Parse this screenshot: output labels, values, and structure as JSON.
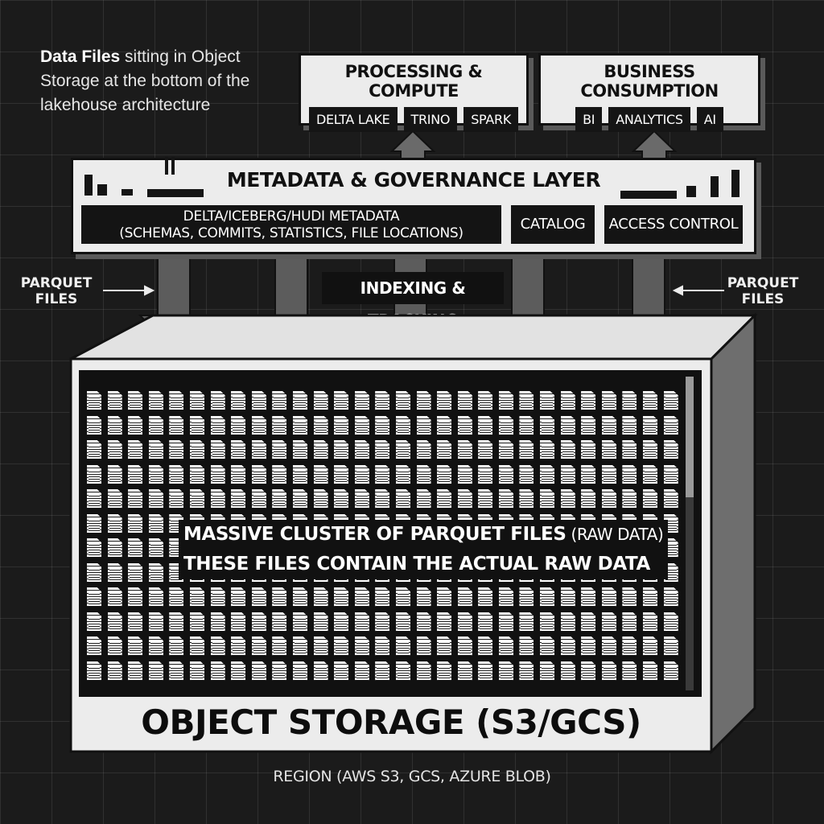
{
  "caption": {
    "highlight": "Data Files",
    "rest": " sitting in Object Storage at the bottom of the lakehouse architecture"
  },
  "processing": {
    "title": "PROCESSING & COMPUTE",
    "chips": [
      "DELTA LAKE",
      "TRINO",
      "SPARK"
    ]
  },
  "business": {
    "title": "BUSINESS CONSUMPTION",
    "chips": [
      "BI",
      "ANALYTICS",
      "AI"
    ]
  },
  "metadata_layer": {
    "title": "METADATA & GOVERNANCE LAYER",
    "metadata_line1": "DELTA/ICEBERG/HUDI METADATA",
    "metadata_line2": "(SCHEMAS, COMMITS, STATISTICS, FILE LOCATIONS)",
    "catalog": "CATALOG",
    "access_control": "ACCESS CONTROL"
  },
  "indexing_label": "INDEXING & TRACKING",
  "parquet_left": {
    "line1": "PARQUET",
    "line2": "FILES"
  },
  "parquet_right": {
    "line1": "PARQUET",
    "line2": "FILES"
  },
  "storage": {
    "cluster_line1_bold": "MASSIVE CLUSTER OF PARQUET FILES",
    "cluster_line1_tail": " (RAW DATA)",
    "cluster_line2": "THESE FILES CONTAIN THE ACTUAL RAW DATA",
    "title": "OBJECT STORAGE (S3/GCS)",
    "file_icon": "parquet-file-icon"
  },
  "region": "REGION (AWS S3, GCS, AZURE BLOB)",
  "colors": {
    "background": "#1b1b1b",
    "box_fill": "#ececec",
    "dark": "#141414",
    "arrow": "#5c5c5c"
  }
}
